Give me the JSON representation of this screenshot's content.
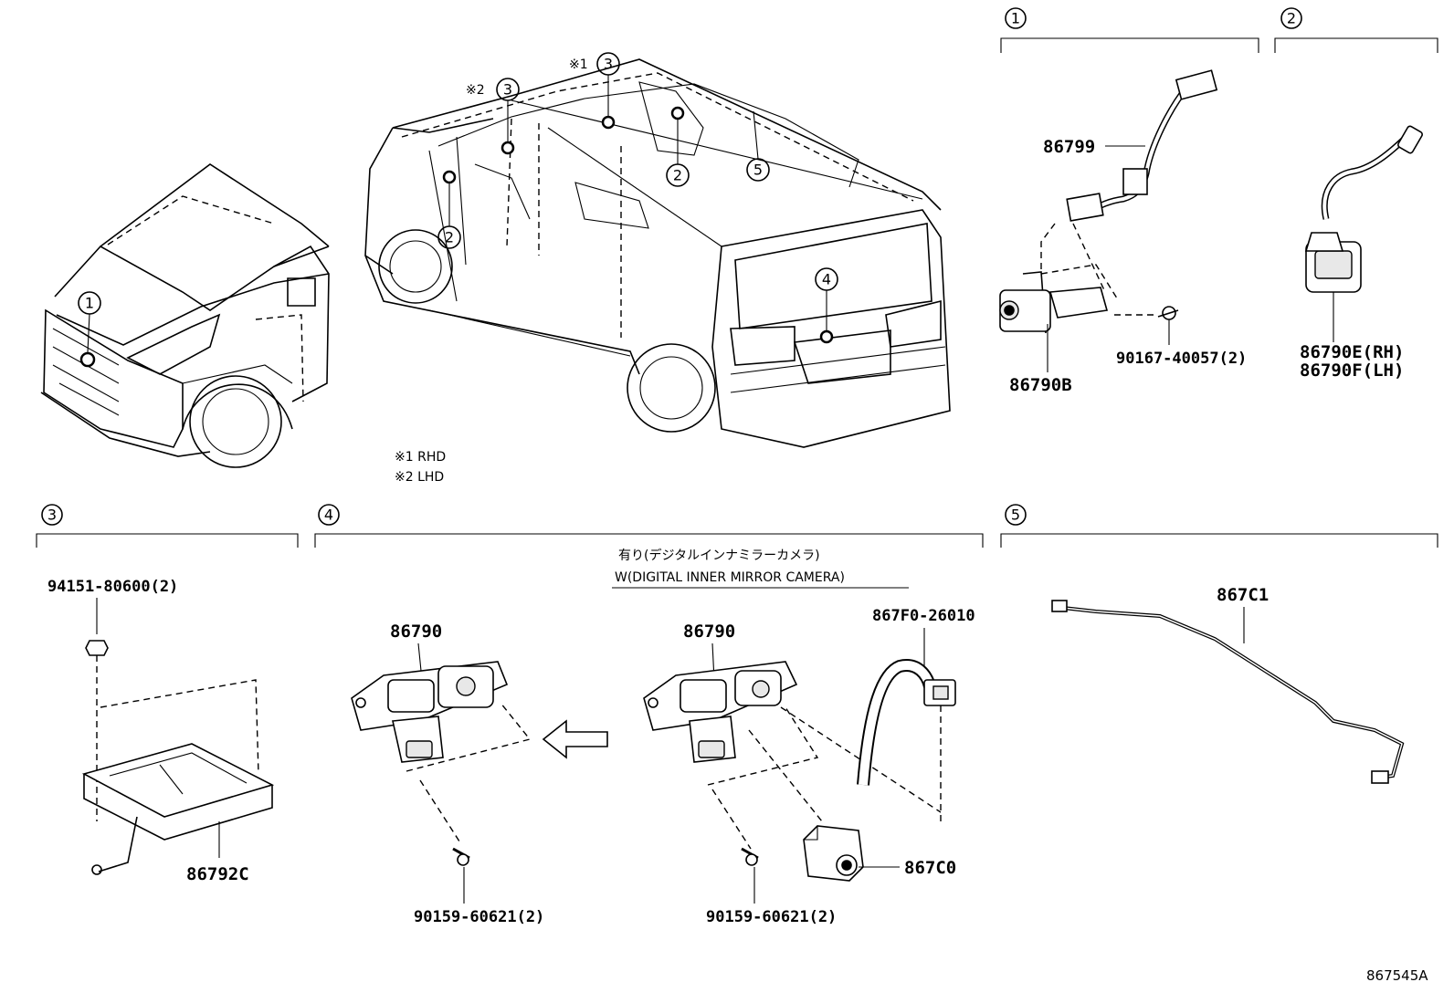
{
  "diagram": {
    "reference_number": "867545A",
    "footnotes": [
      {
        "mark": "※1",
        "text": "RHD"
      },
      {
        "mark": "※2",
        "text": "LHD"
      }
    ],
    "callouts": [
      "1",
      "2",
      "3",
      "4",
      "5"
    ],
    "vehicle_markers": {
      "rhd_mark": "※1",
      "lhd_mark": "※2"
    },
    "sections": [
      {
        "id": "1",
        "parts": [
          "86799",
          "86790B",
          "90167-40057(2)"
        ]
      },
      {
        "id": "2",
        "parts": [
          "86790E(RH)",
          "86790F(LH)"
        ]
      },
      {
        "id": "3",
        "parts": [
          "94151-80600(2)",
          "86792C"
        ]
      },
      {
        "id": "4",
        "header_jp": "有り(デジタルインナミラーカメラ)",
        "header_en": "W(DIGITAL INNER MIRROR CAMERA)",
        "parts": [
          "86790",
          "90159-60621(2)",
          "86790",
          "867F0-26010",
          "867C0",
          "90159-60621(2)"
        ]
      },
      {
        "id": "5",
        "parts": [
          "867C1"
        ]
      }
    ]
  },
  "labels": {
    "p86799": "86799",
    "p86790B": "86790B",
    "p90167": "90167-40057(2)",
    "p86790E": "86790E(RH)",
    "p86790F": "86790F(LH)",
    "p94151": "94151-80600(2)",
    "p86792C": "86792C",
    "p86790a": "86790",
    "p86790b": "86790",
    "p90159a": "90159-60621(2)",
    "p90159b": "90159-60621(2)",
    "p867F0": "867F0-26010",
    "p867C0": "867C0",
    "p867C1": "867C1",
    "header_jp": "有り(デジタルインナミラーカメラ)",
    "header_en": "W(DIGITAL INNER MIRROR CAMERA)",
    "fn1": "※1 RHD",
    "fn2": "※2 LHD",
    "mk1": "※1",
    "mk2": "※2",
    "ref": "867545A"
  },
  "colors": {
    "ink": "#000000",
    "paper": "#ffffff"
  }
}
